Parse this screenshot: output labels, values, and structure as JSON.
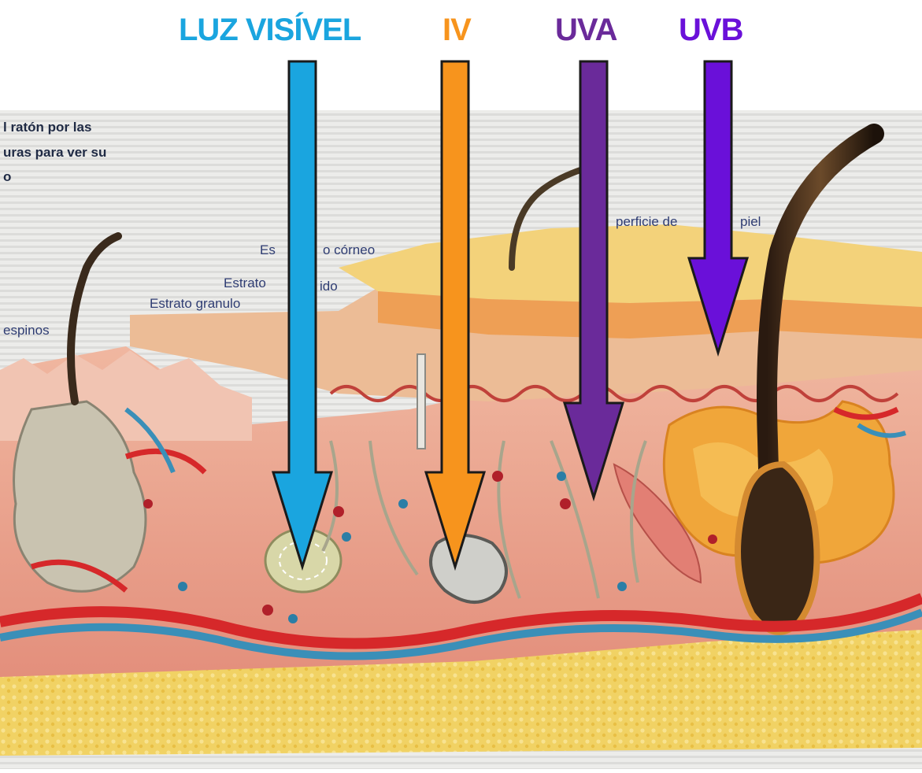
{
  "rays": [
    {
      "label": "LUZ VISÍVEL",
      "color": "#1aa5df",
      "penetration": "deep"
    },
    {
      "label": "IV",
      "color": "#f7941d",
      "penetration": "deep"
    },
    {
      "label": "UVA",
      "color": "#6a2a9a",
      "penetration": "dermis"
    },
    {
      "label": "UVB",
      "color": "#6a10d9",
      "penetration": "epidermis"
    }
  ],
  "instructions": [
    "l ratón por las",
    "uras para ver su",
    "o"
  ],
  "layer_labels": {
    "surface": "perficie de",
    "surface_end": "piel",
    "corneum_a": "Es",
    "corneum_b": "o córneo",
    "lucidum_a": "Estrato",
    "lucidum_b": "ido",
    "granulosum": "Estrato granulo",
    "spinosum": "espinos"
  },
  "colors": {
    "background_stripes": "#e6e6e4",
    "epidermis": "#e9b99b",
    "dermis": "#e89a86",
    "hypodermis": "#f2cf5a",
    "artery": "#d6282a",
    "vein": "#3a8fb8",
    "nerve": "#a8a58c"
  }
}
